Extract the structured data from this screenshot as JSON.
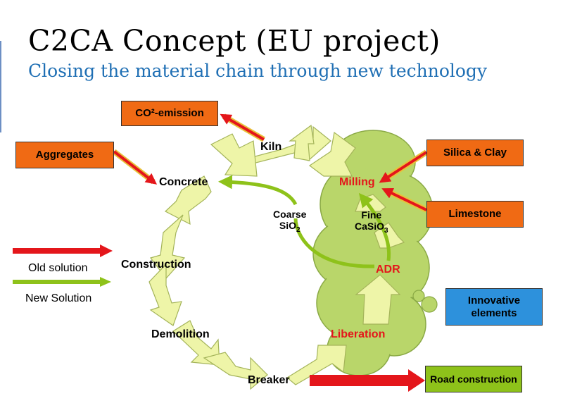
{
  "slide": {
    "title": "C2CA Concept (EU project)",
    "subtitle": "Closing the material chain through new technology"
  },
  "boxes": {
    "co2_emission": "CO²-emission",
    "aggregates": "Aggregates",
    "silica_clay": "Silica & Clay",
    "limestone": "Limestone",
    "innovative_elements": "Innovative elements",
    "road_construction": "Road construction"
  },
  "cycle_labels": {
    "kiln": "Kiln",
    "concrete": "Concrete",
    "construction": "Construction",
    "demolition": "Demolition",
    "breaker": "Breaker",
    "milling": "Milling",
    "adr": "ADR",
    "liberation": "Liberation",
    "coarse": "Coarse",
    "coarse_formula": "SiO",
    "coarse_subscript": "2",
    "fine": "Fine",
    "fine_formula": "CaSiO",
    "fine_subscript": "3"
  },
  "legend": {
    "old_solution": "Old solution",
    "new_solution": "New Solution"
  },
  "colors": {
    "orange_box": "#f06a14",
    "blue_box": "#2d91dc",
    "green_box": "#8ec21a",
    "old_arrow": "#e4161b",
    "new_arrow": "#8ec21a",
    "cycle_arrow": "#eef5a8",
    "cloud": "#b9d66a",
    "title_blue": "#1f6fb4"
  }
}
